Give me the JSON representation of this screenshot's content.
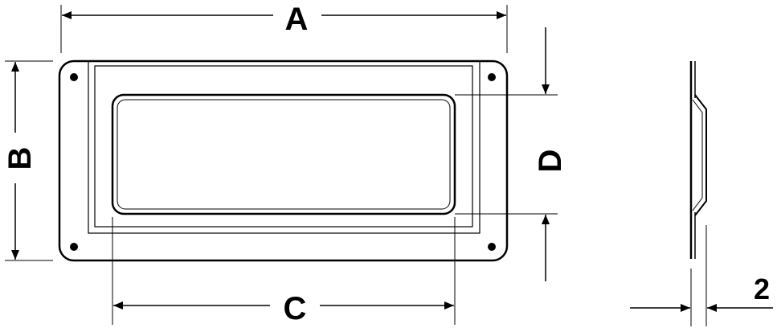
{
  "diagram": {
    "labels": {
      "a": "A",
      "b": "B",
      "c": "C",
      "d": "D",
      "thickness": "2"
    }
  }
}
